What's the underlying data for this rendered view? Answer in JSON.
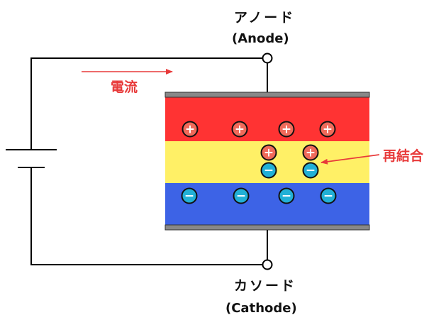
{
  "labels": {
    "anode_jp": "アノード",
    "anode_en": "(Anode)",
    "cathode_jp": "カソード",
    "cathode_en": "(Cathode)",
    "current": "電流",
    "recombination": "再結合"
  },
  "charges": {
    "hole_symbol": "+",
    "electron_symbol": "−"
  },
  "colors": {
    "p_layer": "#ff3333",
    "emission_layer": "#fff066",
    "n_layer": "#3d63e6",
    "electrode": "#888888",
    "hole": "#f06a5a",
    "electron": "#22b0d6",
    "wire": "#000000",
    "accent": "#e83a3a"
  }
}
